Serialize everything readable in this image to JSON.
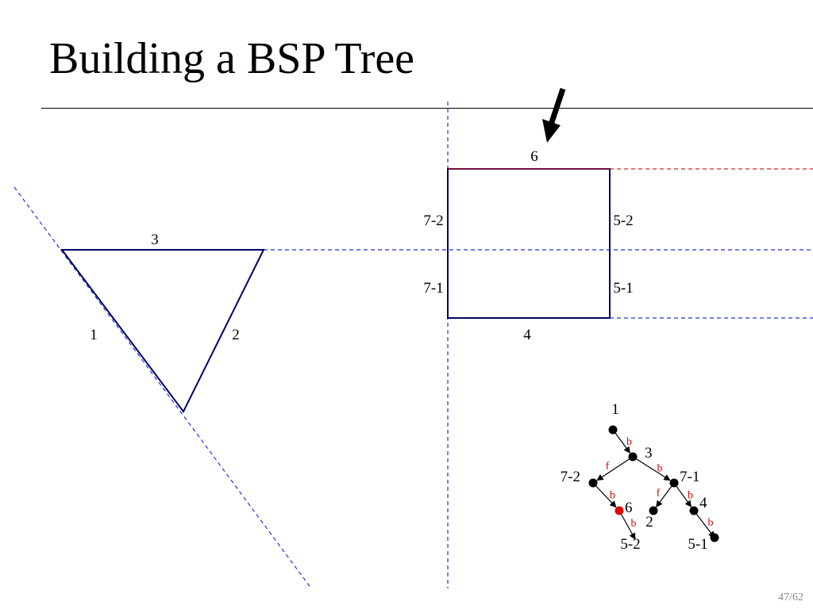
{
  "slide": {
    "title": "Building a BSP Tree",
    "page_number": "47/62"
  },
  "scene": {
    "segment_labels": {
      "triangle_top": "3",
      "triangle_left": "1",
      "triangle_right": "2",
      "square_top": "6",
      "square_left_upper": "7-2",
      "square_left_lower": "7-1",
      "square_right_upper": "5-2",
      "square_right_lower": "5-1",
      "square_bottom": "4"
    },
    "colors": {
      "polygon_edge": "#000066",
      "split_plane": "#2233dd",
      "current_split": "#e02020",
      "highlight_node": "#e00000"
    }
  },
  "tree": {
    "nodes": [
      {
        "id": "n1",
        "label": "1"
      },
      {
        "id": "n3",
        "label": "3"
      },
      {
        "id": "n72",
        "label": "7-2"
      },
      {
        "id": "n71",
        "label": "7-1"
      },
      {
        "id": "n6",
        "label": "6",
        "current": true
      },
      {
        "id": "n2",
        "label": "2"
      },
      {
        "id": "n4",
        "label": "4"
      },
      {
        "id": "n52",
        "label": "5-2"
      },
      {
        "id": "n51",
        "label": "5-1"
      }
    ],
    "edges": [
      {
        "from": "n1",
        "to": "n3",
        "label": "b"
      },
      {
        "from": "n3",
        "to": "n72",
        "label": "f"
      },
      {
        "from": "n3",
        "to": "n71",
        "label": "b"
      },
      {
        "from": "n72",
        "to": "n6",
        "label": "b"
      },
      {
        "from": "n71",
        "to": "n2",
        "label": "f"
      },
      {
        "from": "n71",
        "to": "n4",
        "label": "b"
      },
      {
        "from": "n6",
        "to": "n52",
        "label": "b"
      },
      {
        "from": "n4",
        "to": "n51",
        "label": "b"
      }
    ]
  }
}
